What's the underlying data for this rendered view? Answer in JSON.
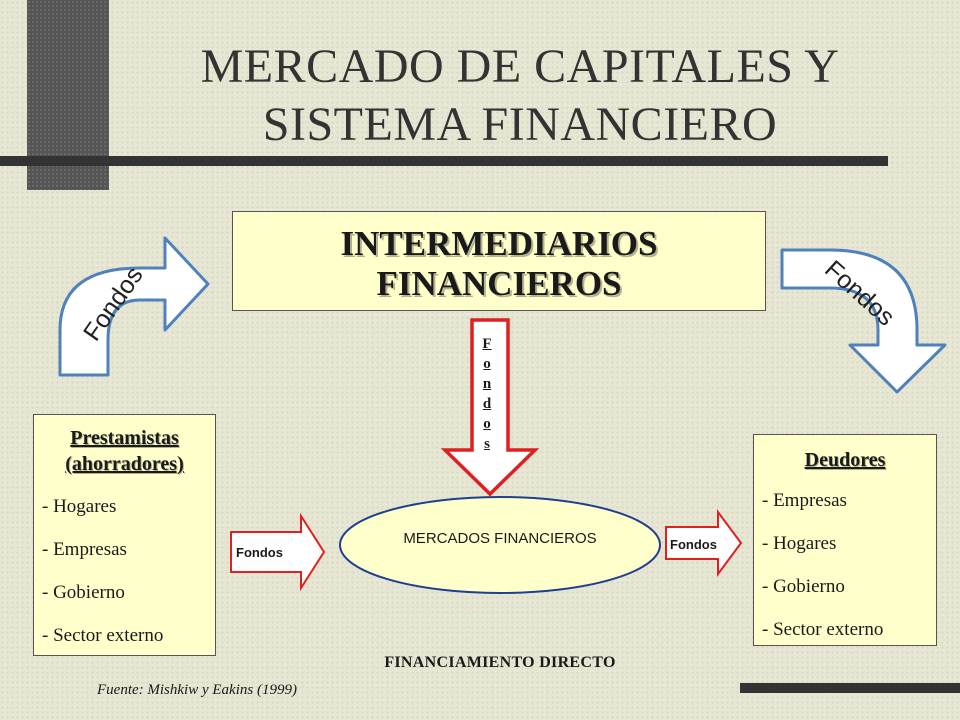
{
  "title": {
    "line1": "MERCADO DE CAPITALES Y",
    "line2": "SISTEMA FINANCIERO"
  },
  "intermediarios": {
    "line1": "INTERMEDIARIOS",
    "line2": "FINANCIEROS"
  },
  "prestamistas": {
    "heading_line1": "Prestamistas",
    "heading_line2": "(ahorradores)",
    "items": [
      "- Hogares",
      "- Empresas",
      "- Gobierno",
      "- Sector externo"
    ]
  },
  "deudores": {
    "heading": "Deudores",
    "items": [
      "- Empresas",
      "- Hogares",
      "- Gobierno",
      "- Sector externo"
    ]
  },
  "arrows": {
    "curve_left_label": "Fondos",
    "curve_right_label": "Fondos",
    "vertical_letters": [
      "F",
      "o",
      "n",
      "d",
      "o",
      "s"
    ],
    "small_left_label": "Fondos",
    "small_right_label": "Fondos"
  },
  "mercados": "MERCADOS FINANCIEROS",
  "financiamiento_directo": "FINANCIAMIENTO DIRECTO",
  "fuente": "Fuente: Mishkiw y Eakins (1999)",
  "colors": {
    "box_fill": "#ffffcc",
    "curved_arrow_stroke": "#4f81bd",
    "red_arrow_stroke": "#e02020",
    "ellipse_stroke": "#1f3f8f",
    "background": "#e6e6d3"
  }
}
